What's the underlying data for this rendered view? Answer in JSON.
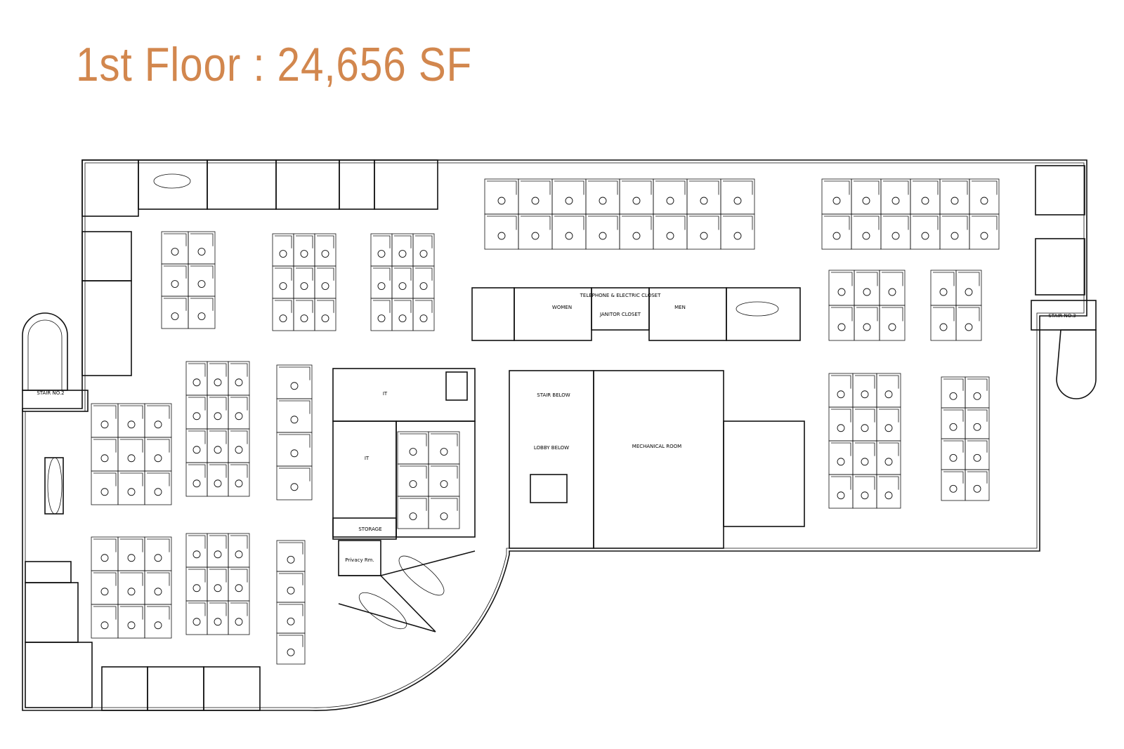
{
  "title": "1st Floor : 24,656 SF",
  "colors": {
    "title": "#d2874e",
    "line": "#111111"
  },
  "labels": {
    "stair2": "STAIR NO.2",
    "stair3": "STAIR NO.3",
    "women": "WOMEN",
    "men": "MEN",
    "telephone": "TELEPHONE & ELECTRIC CLOSET",
    "janitor": "JANITOR CLOSET",
    "lobby": "LOBBY BELOW",
    "stair_below": "STAIR BELOW",
    "mechanical": "MECHANICAL ROOM",
    "storage": "STORAGE",
    "privacy": "Privacy Rm.",
    "it1": "IT",
    "it2": "IT"
  }
}
